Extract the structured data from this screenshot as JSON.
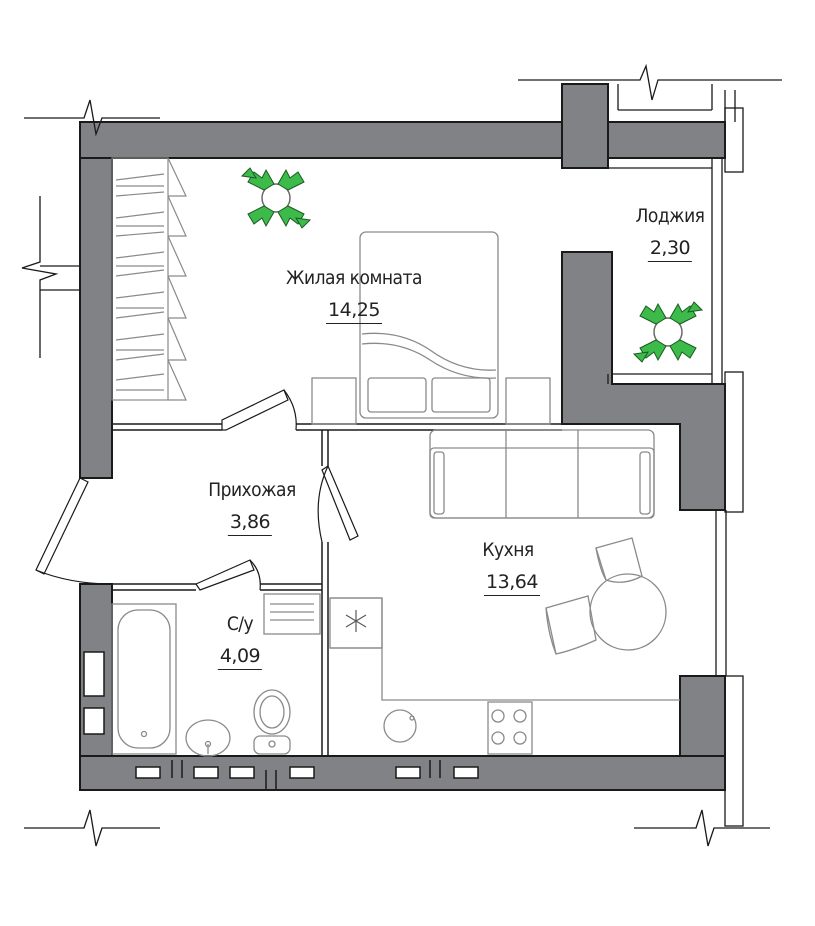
{
  "rooms": {
    "living": {
      "name": "Жилая комната",
      "area": "14,25"
    },
    "loggia": {
      "name": "Лоджия",
      "area": "2,30"
    },
    "hallway": {
      "name": "Прихожая",
      "area": "3,86"
    },
    "kitchen": {
      "name": "Кухня",
      "area": "13,64"
    },
    "bathroom": {
      "name": "С/у",
      "area": "4,09"
    }
  },
  "colors": {
    "wall": "#808285",
    "wall_outline": "#1a1a1a",
    "furniture": "#8a8a8a",
    "plant_leaf": "#3dbb4a",
    "plant_stem": "#6a6a6a"
  }
}
